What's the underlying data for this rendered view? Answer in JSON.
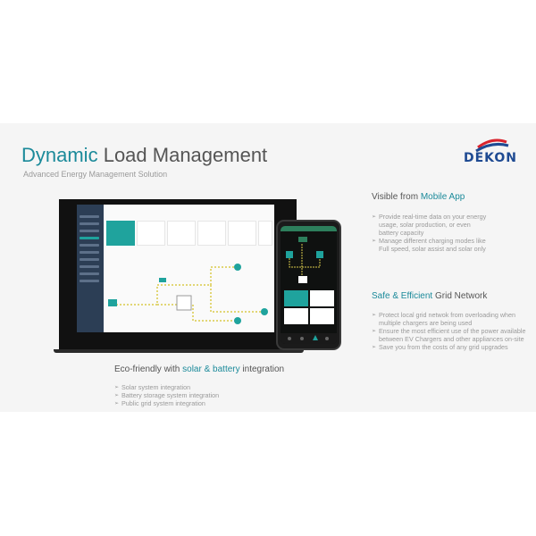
{
  "header": {
    "title_accent": "Dynamic",
    "title_rest": "Load Management",
    "subtitle": "Advanced Energy Management Solution",
    "logo_text": "DEKON"
  },
  "colors": {
    "accent_teal": "#1b8a9a",
    "brand_blue": "#1e4a92",
    "brand_red": "#d9232d",
    "sidebar": "#2c3e55",
    "green": "#1fa39d"
  },
  "mobile_section": {
    "title_plain": "Visible from",
    "title_accent": "Mobile App",
    "bullets": [
      "Provide real-time data on your energy usage, solar production, or even battery capacity",
      "Manage different charging modes like Full speed, solar assist and solar only"
    ]
  },
  "grid_section": {
    "title_accent": "Safe & Efficient",
    "title_plain": "Grid Network",
    "bullets": [
      "Protect local grid netwok from overloading when multiple chargers are being used",
      "Ensure the most efficient use of the power available between EV Chargers and other appliances on-site",
      "Save you from the costs of any grid upgrades"
    ]
  },
  "eco_section": {
    "title_plain1": "Eco-friendly with",
    "title_accent": "solar & battery",
    "title_plain2": "integration",
    "bullets": [
      "Solar system integration",
      "Battery storage system integration",
      "Public grid system integration"
    ]
  }
}
